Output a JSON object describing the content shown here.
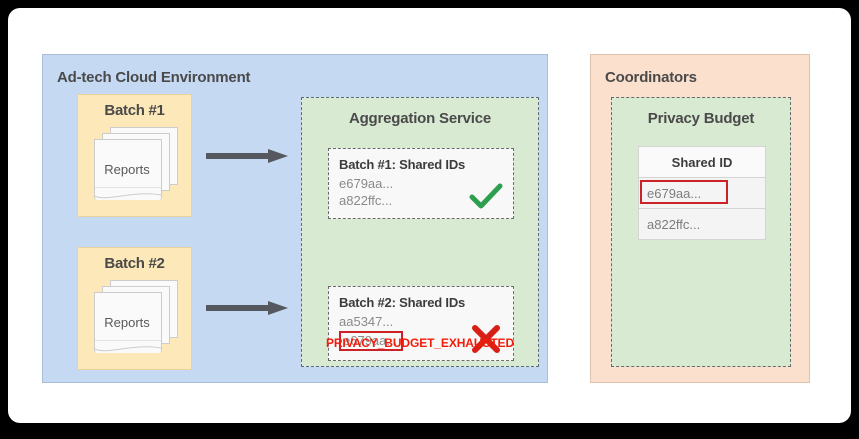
{
  "diagram": {
    "adtech": {
      "title": "Ad-tech Cloud Environment",
      "batches": [
        {
          "label": "Batch #1",
          "docs_label": "Reports",
          "arrow": "arrow-right-icon"
        },
        {
          "label": "Batch #2",
          "docs_label": "Reports",
          "arrow": "arrow-right-icon"
        }
      ],
      "aggregation": {
        "title": "Aggregation Service",
        "cards": [
          {
            "title": "Batch #1: Shared IDs",
            "ids": [
              "e679aa...",
              "a822ffc..."
            ],
            "flagged_id": null,
            "status_icon": "check-icon",
            "status_color": "#2e9e4f"
          },
          {
            "title": "Batch #2: Shared IDs",
            "ids": [
              "aa5347...",
              "e679aa..."
            ],
            "flagged_id": "e679aa...",
            "status_icon": "x-icon",
            "status_color": "#d81f15"
          }
        ],
        "error_message": "PRIVACY_BUDGET_EXHAUSTED",
        "error_color": "#f41b09"
      }
    },
    "coordinators": {
      "title": "Coordinators",
      "privacy_budget": {
        "title": "Privacy Budget",
        "table": {
          "header": "Shared ID",
          "rows": [
            {
              "value": "e679aa...",
              "highlighted": true
            },
            {
              "value": "a822ffc...",
              "highlighted": false
            }
          ]
        }
      }
    },
    "colors": {
      "adtech_bg": "#c5d9f2",
      "batch_bg": "#fce8b8",
      "service_bg": "#d9ead3",
      "coordinator_bg": "#fbe0cd",
      "highlight_border": "#cc2127",
      "arrow": "#55585e"
    }
  }
}
